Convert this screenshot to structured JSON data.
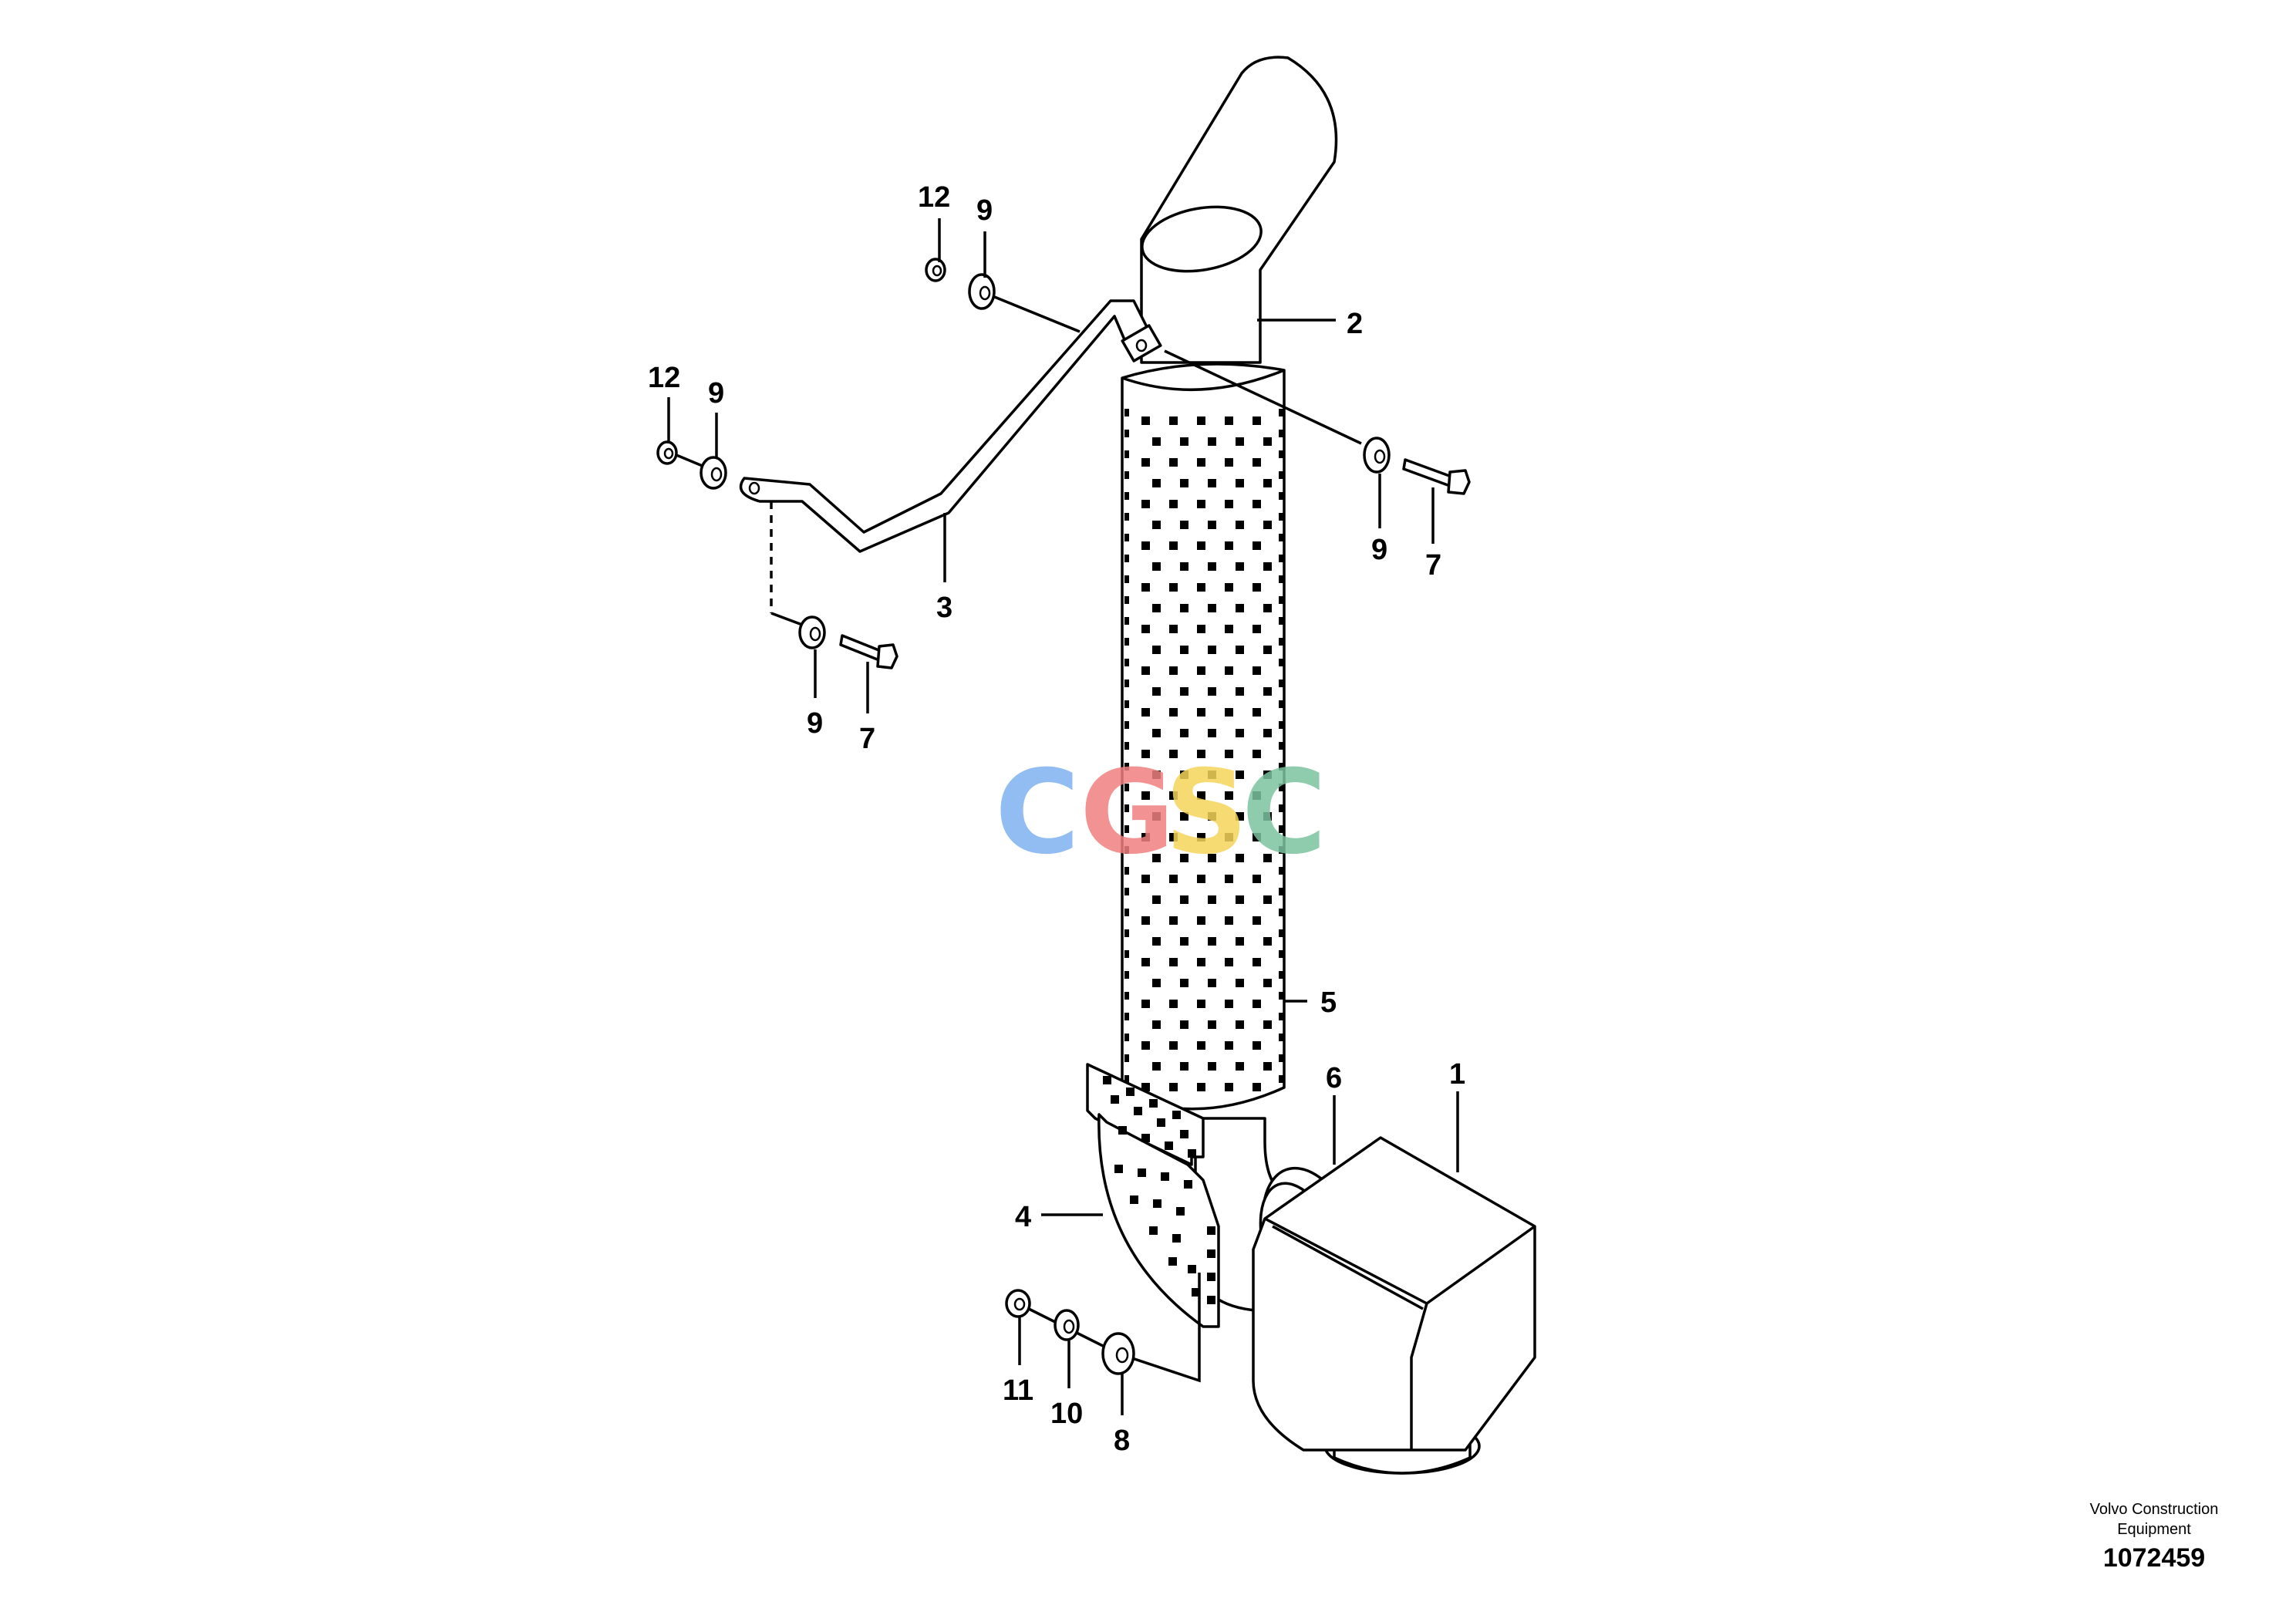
{
  "callouts": {
    "c1": "1",
    "c2": "2",
    "c3": "3",
    "c4": "4",
    "c5": "5",
    "c6": "6",
    "c7a": "7",
    "c7b": "7",
    "c8": "8",
    "c9a": "9",
    "c9b": "9",
    "c9c": "9",
    "c9d": "9",
    "c10": "10",
    "c11": "11",
    "c12a": "12",
    "c12b": "12"
  },
  "watermark": {
    "letters": [
      "C",
      "G",
      "S",
      "C"
    ],
    "colors": [
      "#7fb2f0",
      "#f08080",
      "#f5d45a",
      "#7cc4a0"
    ]
  },
  "credit": {
    "line1": "Volvo Construction",
    "line2": "Equipment",
    "doc_number": "1072459"
  }
}
